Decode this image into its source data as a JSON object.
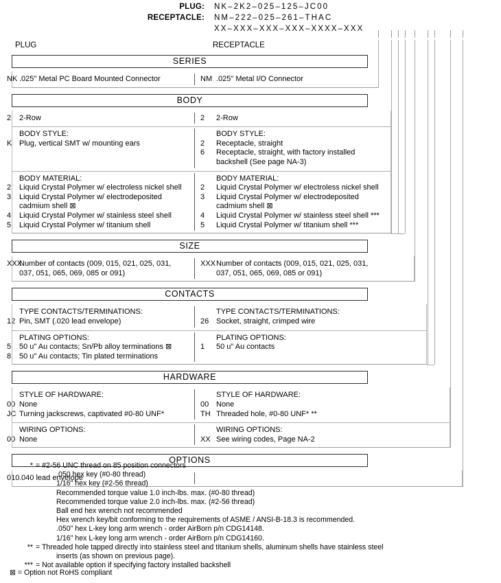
{
  "part_number": {
    "rows": [
      {
        "label": "PLUG:",
        "value": "NK–2K2–025–125–JC00"
      },
      {
        "label": "RECEPTACLE:",
        "value": "NM–222–025–261–THAC"
      },
      {
        "label": "",
        "value": "XX–XXX–XXX–XXX–XXXX–XXX"
      }
    ]
  },
  "columns": {
    "plug": "PLUG",
    "receptacle": "RECEPTACLE"
  },
  "sections": [
    {
      "title": "SERIES",
      "groups": [
        {
          "plug": {
            "heading": "",
            "items": [
              {
                "code": "NK",
                "text": ".025\" Metal PC Board Mounted Connector"
              }
            ]
          },
          "recept": {
            "heading": "",
            "items": [
              {
                "code": "NM",
                "text": ".025\" Metal I/O Connector"
              }
            ]
          }
        }
      ]
    },
    {
      "title": "BODY",
      "groups": [
        {
          "plug": {
            "heading": "",
            "items": [
              {
                "code": "2",
                "text": "2-Row"
              }
            ]
          },
          "recept": {
            "heading": "",
            "items": [
              {
                "code": "2",
                "text": "2-Row"
              }
            ]
          }
        },
        {
          "plug": {
            "heading": "BODY STYLE:",
            "items": [
              {
                "code": "K",
                "text": "Plug, vertical SMT w/ mounting ears"
              }
            ]
          },
          "recept": {
            "heading": "BODY STYLE:",
            "items": [
              {
                "code": "2",
                "text": "Receptacle, straight"
              },
              {
                "code": "6",
                "text": "Receptacle, straight, with factory installed"
              },
              {
                "code": "",
                "text": "backshell (See page NA-3)"
              }
            ]
          }
        },
        {
          "plug": {
            "heading": "BODY MATERIAL:",
            "items": [
              {
                "code": "2",
                "text": "Liquid Crystal Polymer w/ electroless nickel shell"
              },
              {
                "code": "3",
                "text": "Liquid Crystal Polymer w/ electrodeposited"
              },
              {
                "code": "",
                "text": "cadmium shell   ⊠"
              },
              {
                "code": "4",
                "text": "Liquid Crystal Polymer w/ stainless steel shell"
              },
              {
                "code": "5",
                "text": "Liquid Crystal Polymer w/ titanium shell"
              }
            ]
          },
          "recept": {
            "heading": "BODY MATERIAL:",
            "items": [
              {
                "code": "2",
                "text": "Liquid Crystal Polymer w/ electroless nickel shell"
              },
              {
                "code": "3",
                "text": "Liquid Crystal Polymer w/ electrodeposited"
              },
              {
                "code": "",
                "text": "cadmium shell   ⊠"
              },
              {
                "code": "4",
                "text": "Liquid Crystal Polymer w/ stainless steel shell ***"
              },
              {
                "code": "5",
                "text": "Liquid Crystal Polymer w/ titanium shell ***"
              }
            ]
          }
        }
      ]
    },
    {
      "title": "SIZE",
      "groups": [
        {
          "plug": {
            "heading": "",
            "items": [
              {
                "code": "XXX",
                "text": "Number of contacts (009, 015, 021, 025, 031,"
              },
              {
                "code": "",
                "text": "037, 051, 065, 069, 085 or 091)"
              }
            ]
          },
          "recept": {
            "heading": "",
            "items": [
              {
                "code": "XXX",
                "text": "Number of contacts (009, 015, 021, 025, 031,"
              },
              {
                "code": "",
                "text": "037, 051, 065, 069,  085 or 091)"
              }
            ]
          }
        }
      ]
    },
    {
      "title": "CONTACTS",
      "groups": [
        {
          "plug": {
            "heading": "TYPE CONTACTS/TERMINATIONS:",
            "items": [
              {
                "code": "12",
                "text": "Pin, SMT (.020 lead envelope)"
              }
            ]
          },
          "recept": {
            "heading": "TYPE CONTACTS/TERMINATIONS:",
            "items": [
              {
                "code": "26",
                "text": "Socket, straight, crimped wire"
              }
            ]
          }
        },
        {
          "plug": {
            "heading": "PLATING OPTIONS:",
            "items": [
              {
                "code": "5",
                "text": "50 u\" Au contacts; Sn/Pb alloy terminations ⊠"
              },
              {
                "code": "8",
                "text": "50 u\" Au contacts; Tin plated terminations"
              }
            ]
          },
          "recept": {
            "heading": "PLATING OPTIONS:",
            "items": [
              {
                "code": "1",
                "text": "50 u\" Au contacts"
              }
            ]
          }
        }
      ]
    },
    {
      "title": "HARDWARE",
      "groups": [
        {
          "plug": {
            "heading": "STYLE OF HARDWARE:",
            "items": [
              {
                "code": "00",
                "text": "None"
              },
              {
                "code": "JC",
                "text": "Turning jackscrews, captivated #0-80 UNF*"
              }
            ]
          },
          "recept": {
            "heading": "STYLE OF HARDWARE:",
            "items": [
              {
                "code": "00",
                "text": "None"
              },
              {
                "code": "TH",
                "text": "Threaded hole, #0-80 UNF*  **"
              }
            ]
          }
        },
        {
          "plug": {
            "heading": "WIRING OPTIONS:",
            "items": [
              {
                "code": "00",
                "text": "None"
              }
            ]
          },
          "recept": {
            "heading": "WIRING OPTIONS:",
            "items": [
              {
                "code": "XX",
                "text": "See wiring codes, Page NA-2"
              }
            ]
          }
        }
      ]
    },
    {
      "title": "OPTIONS",
      "groups": [
        {
          "plug": {
            "heading": "",
            "items": [
              {
                "code": "010",
                "text": ".040 lead envelope"
              }
            ]
          },
          "recept": {
            "heading": "",
            "items": []
          }
        }
      ]
    }
  ],
  "footnotes": [
    {
      "marker": "*",
      "lines": [
        "= #2-56 UNC thread on 85 position connectors",
        ".050 hex key (#0-80 thread)",
        "1/16\" hex key (#2-56 thread)",
        "Recommended torque value 1.0 inch-lbs. max. (#0-80 thread)",
        "Recommended torque value 2.0 inch-lbs. max. (#2-56 thread)",
        "Ball end hex wrench not recommended",
        "Hex wrench key/bit conforming to the requirements of ASME / ANSI-B-18.3 is recommended.",
        ".050\" hex L-key long arm wrench - order AirBorn p/n CDG14148.",
        "1/16\" hex L-key long arm wrench - order AirBorn p/n CDG14160."
      ]
    },
    {
      "marker": "**",
      "lines": [
        "= Threaded hole tapped directly into stainless steel and titanium shells, aluminum shells have stainless steel",
        "inserts (as shown on previous page)."
      ]
    },
    {
      "marker": "***",
      "lines": [
        "= Not available option if specifying factory installed backshell"
      ]
    }
  ],
  "legend": {
    "symbol": "⊠",
    "text": "= Option not RoHS compliant"
  }
}
